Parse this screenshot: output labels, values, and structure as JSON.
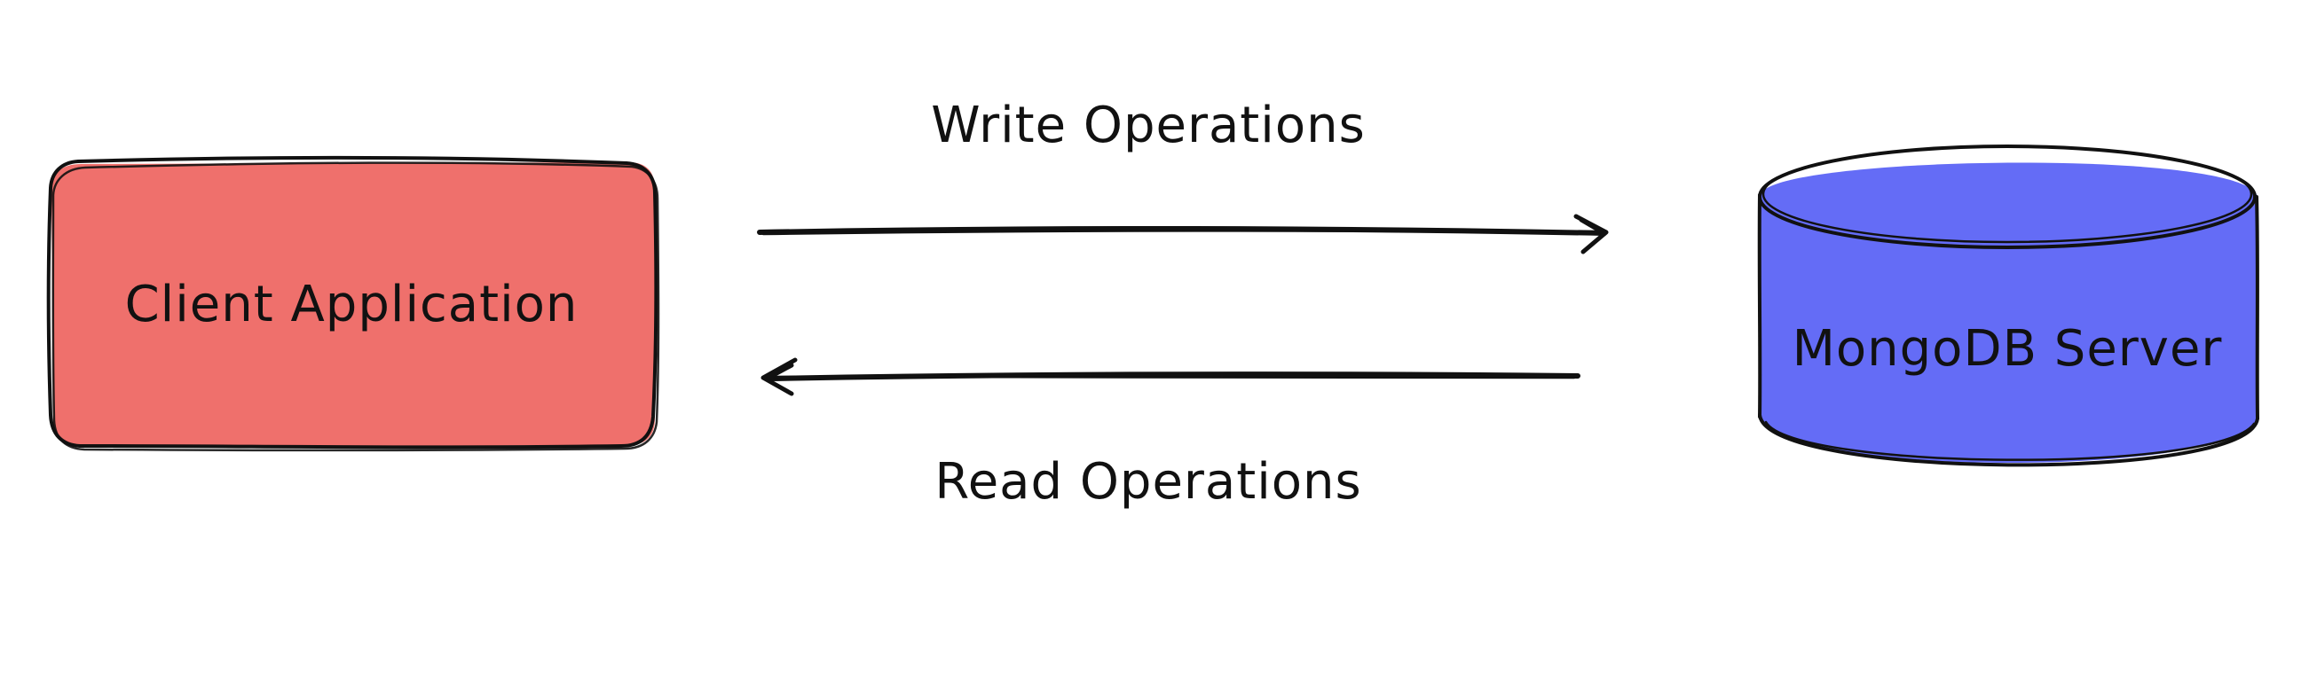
{
  "diagram": {
    "client": {
      "label": "Client Application",
      "fill": "#ef706c"
    },
    "server": {
      "label": "MongoDB Server",
      "fill": "#646cf6"
    },
    "write_edge": {
      "label": "Write Operations",
      "from": "client",
      "to": "server"
    },
    "read_edge": {
      "label": "Read Operations",
      "from": "server",
      "to": "client"
    },
    "stroke": "#111111"
  }
}
